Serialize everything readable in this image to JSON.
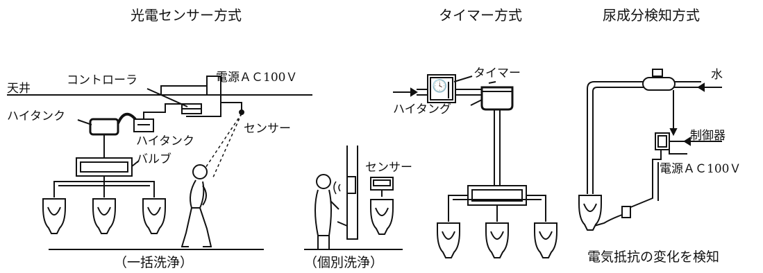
{
  "titles": {
    "photoelectric": "光電センサー方式",
    "timer": "タイマー方式",
    "urine": "尿成分検知方式"
  },
  "photo_labels": {
    "ceiling": "天井",
    "controller": "コントローラ",
    "power": "電源ＡＣ100Ｖ",
    "high_tank": "ハイタンク",
    "high_tank_valve_line1": "ハイタンク",
    "high_tank_valve_line2": "バルブ",
    "sensor": "センサー",
    "sensor_individual": "センサー",
    "caption_bulk": "（一括洗浄）",
    "caption_individual": "（個別洗浄）"
  },
  "timer_labels": {
    "timer": "タイマー",
    "high_tank": "ハイタング"
  },
  "urine_labels": {
    "water": "水",
    "controller": "制御器",
    "power": "電源ＡＣ100Ｖ",
    "caption": "電気抵抗の変化を検知"
  },
  "icons": {
    "clock_glyph": "🕓"
  }
}
